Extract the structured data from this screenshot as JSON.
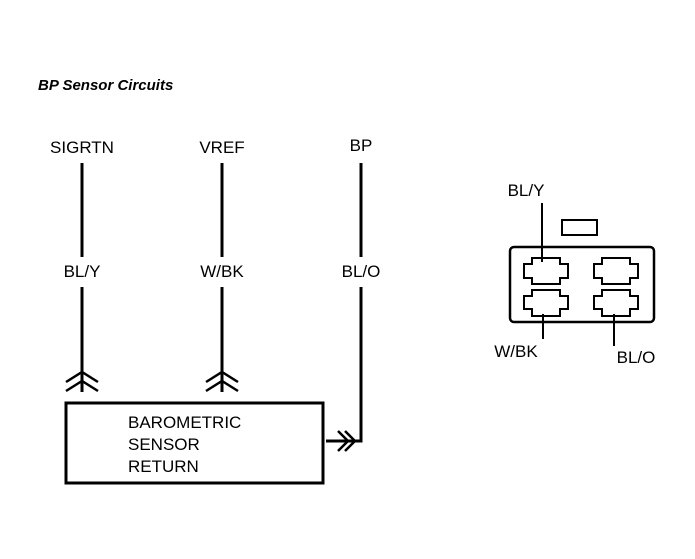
{
  "title": "BP Sensor Circuits",
  "terminals": {
    "sigrtn": "SIGRTN",
    "vref": "VREF",
    "bp": "BP"
  },
  "wire_colors": {
    "sigrtn": "BL/Y",
    "vref": "W/BK",
    "bp": "BL/O"
  },
  "sensor": {
    "line1": "BAROMETRIC",
    "line2": "SENSOR",
    "line3": "RETURN"
  },
  "connector": {
    "top_left": "BL/Y",
    "bottom_left": "W/BK",
    "bottom_right": "BL/O"
  }
}
